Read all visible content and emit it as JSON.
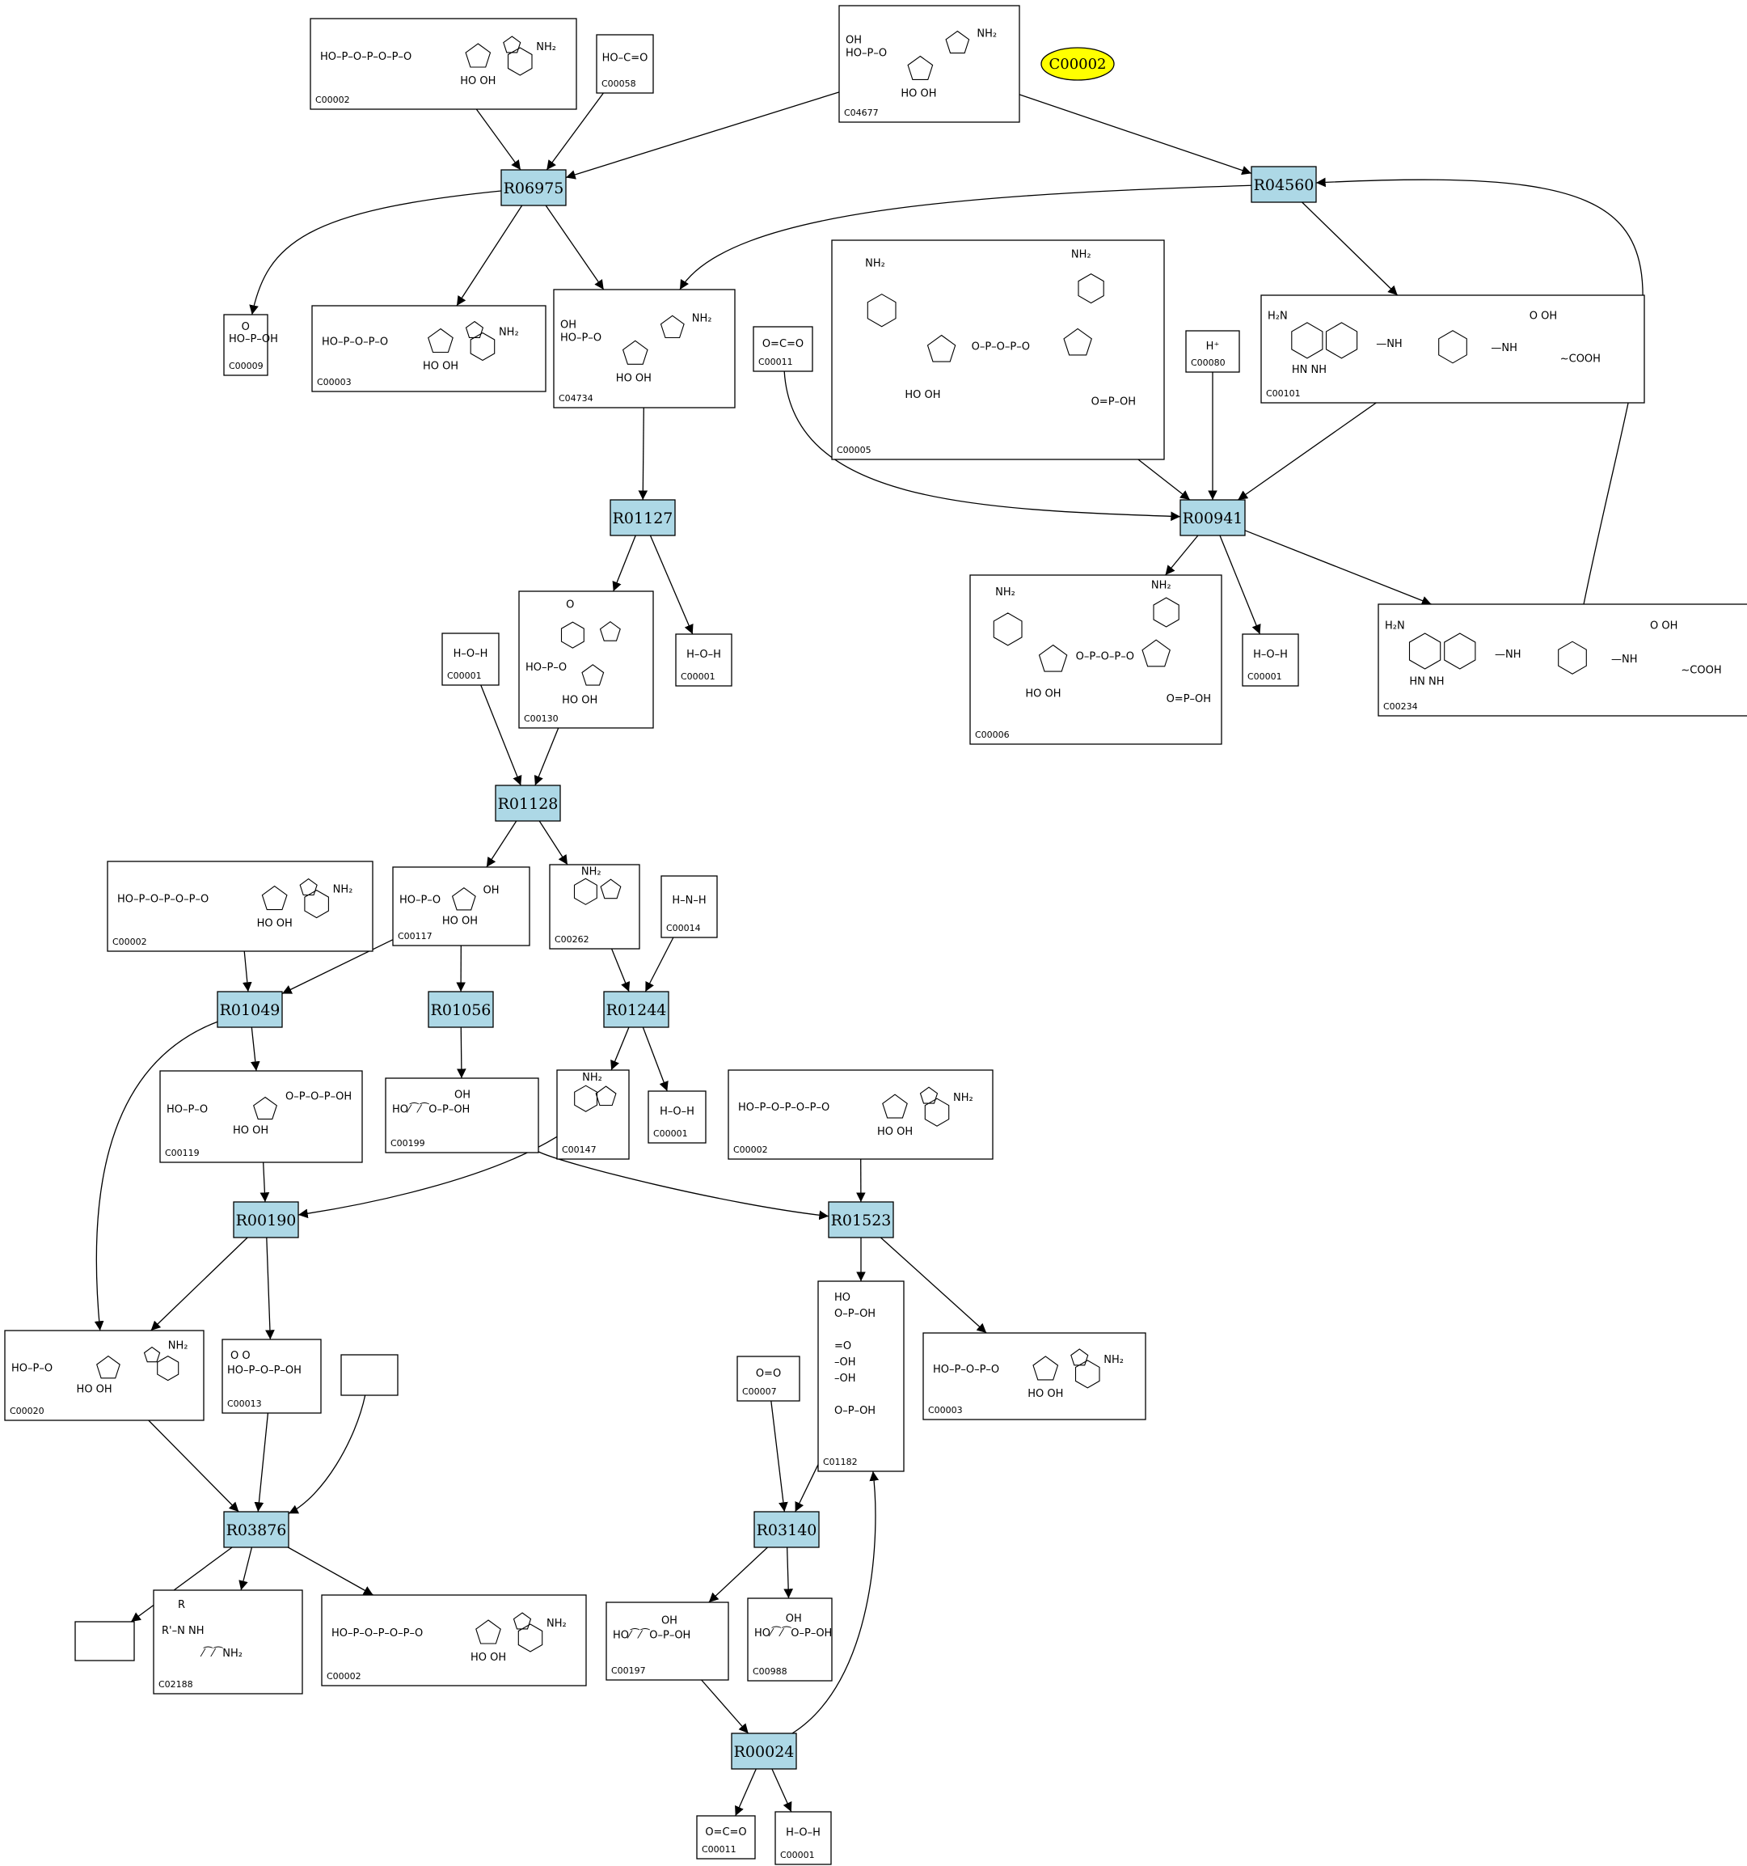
{
  "highlight": {
    "label": "C00002",
    "color": "#ffff00"
  },
  "colors": {
    "reaction_fill": "#add8e6",
    "compound_fill": "#ffffff",
    "edge": "#000000"
  },
  "reactions": [
    {
      "id": "R06975",
      "label": "R06975"
    },
    {
      "id": "R04560",
      "label": "R04560"
    },
    {
      "id": "R01127",
      "label": "R01127"
    },
    {
      "id": "R00941",
      "label": "R00941"
    },
    {
      "id": "R01128",
      "label": "R01128"
    },
    {
      "id": "R01049",
      "label": "R01049"
    },
    {
      "id": "R01056",
      "label": "R01056"
    },
    {
      "id": "R01244",
      "label": "R01244"
    },
    {
      "id": "R00190",
      "label": "R00190"
    },
    {
      "id": "R01523",
      "label": "R01523"
    },
    {
      "id": "R03876",
      "label": "R03876"
    },
    {
      "id": "R03140",
      "label": "R03140"
    },
    {
      "id": "R00024",
      "label": "R00024"
    }
  ],
  "compounds": [
    {
      "key": "c00002_top",
      "cid": "C00002",
      "mol": "atp",
      "formula": ""
    },
    {
      "key": "c00058",
      "cid": "C00058",
      "mol": "small",
      "formula": "HO–C=O"
    },
    {
      "key": "c04677",
      "cid": "C04677",
      "mol": "ribotide",
      "formula": ""
    },
    {
      "key": "c00009_a",
      "cid": "C00009",
      "mol": "phosphate",
      "formula": ""
    },
    {
      "key": "c00003_a",
      "cid": "C00003",
      "mol": "nad",
      "formula": ""
    },
    {
      "key": "c04734",
      "cid": "C04734",
      "mol": "ribotide",
      "formula": ""
    },
    {
      "key": "c00011_a",
      "cid": "C00011",
      "mol": "small",
      "formula": "O=C=O"
    },
    {
      "key": "c00005",
      "cid": "C00005",
      "mol": "nadph",
      "formula": ""
    },
    {
      "key": "c00080",
      "cid": "C00080",
      "mol": "small",
      "formula": "H⁺"
    },
    {
      "key": "c00101",
      "cid": "C00101",
      "mol": "folate",
      "formula": ""
    },
    {
      "key": "c00001_a",
      "cid": "C00001",
      "mol": "small",
      "formula": "H–O–H"
    },
    {
      "key": "c00130",
      "cid": "C00130",
      "mol": "imp",
      "formula": ""
    },
    {
      "key": "c00001_b",
      "cid": "C00001",
      "mol": "small",
      "formula": "H–O–H"
    },
    {
      "key": "c00006",
      "cid": "C00006",
      "mol": "nadph",
      "formula": ""
    },
    {
      "key": "c00001_c",
      "cid": "C00001",
      "mol": "small",
      "formula": "H–O–H"
    },
    {
      "key": "c00234",
      "cid": "C00234",
      "mol": "folate",
      "formula": ""
    },
    {
      "key": "c00002_mid",
      "cid": "C00002",
      "mol": "atp",
      "formula": ""
    },
    {
      "key": "c00117",
      "cid": "C00117",
      "mol": "sugar",
      "formula": ""
    },
    {
      "key": "c00262",
      "cid": "C00262",
      "mol": "base",
      "formula": ""
    },
    {
      "key": "c00014",
      "cid": "C00014",
      "mol": "small",
      "formula": "H–N–H"
    },
    {
      "key": "c00119",
      "cid": "C00119",
      "mol": "prpp",
      "formula": ""
    },
    {
      "key": "c00199",
      "cid": "C00199",
      "mol": "chain",
      "formula": ""
    },
    {
      "key": "c00147",
      "cid": "C00147",
      "mol": "base",
      "formula": ""
    },
    {
      "key": "c00001_d",
      "cid": "C00001",
      "mol": "small",
      "formula": "H–O–H"
    },
    {
      "key": "c00002_r",
      "cid": "C00002",
      "mol": "atp",
      "formula": ""
    },
    {
      "key": "c00020",
      "cid": "C00020",
      "mol": "amp",
      "formula": ""
    },
    {
      "key": "c00013",
      "cid": "C00013",
      "mol": "ppi",
      "formula": ""
    },
    {
      "key": "empty_a",
      "cid": "",
      "mol": "none",
      "formula": ""
    },
    {
      "key": "c01182",
      "cid": "C01182",
      "mol": "chainv",
      "formula": ""
    },
    {
      "key": "c00007",
      "cid": "C00007",
      "mol": "small",
      "formula": "O=O"
    },
    {
      "key": "c00003_b",
      "cid": "C00003",
      "mol": "nad",
      "formula": ""
    },
    {
      "key": "empty_b",
      "cid": "",
      "mol": "none",
      "formula": ""
    },
    {
      "key": "c02188",
      "cid": "C02188",
      "mol": "lys",
      "formula": ""
    },
    {
      "key": "c00002_bot",
      "cid": "C00002",
      "mol": "atp",
      "formula": ""
    },
    {
      "key": "c00197",
      "cid": "C00197",
      "mol": "chain",
      "formula": ""
    },
    {
      "key": "c00988",
      "cid": "C00988",
      "mol": "chain",
      "formula": ""
    },
    {
      "key": "c00011_b",
      "cid": "C00011",
      "mol": "small",
      "formula": "O=C=O"
    },
    {
      "key": "c00001_e",
      "cid": "C00001",
      "mol": "small",
      "formula": "H–O–H"
    }
  ],
  "edges": [
    [
      "c00002_top",
      "R06975"
    ],
    [
      "c00058",
      "R06975"
    ],
    [
      "c04677",
      "R06975"
    ],
    [
      "c04677",
      "R04560"
    ],
    [
      "c00234",
      "R04560"
    ],
    [
      "R06975",
      "c00009_a"
    ],
    [
      "R06975",
      "c00003_a"
    ],
    [
      "R06975",
      "c04734"
    ],
    [
      "R04560",
      "c04734"
    ],
    [
      "R04560",
      "c00101"
    ],
    [
      "c04734",
      "R01127"
    ],
    [
      "R01127",
      "c00130"
    ],
    [
      "R01127",
      "c00001_b"
    ],
    [
      "c00011_a",
      "R00941"
    ],
    [
      "c00005",
      "R00941"
    ],
    [
      "c00080",
      "R00941"
    ],
    [
      "c00101",
      "R00941"
    ],
    [
      "R00941",
      "c00006"
    ],
    [
      "R00941",
      "c00001_c"
    ],
    [
      "R00941",
      "c00234"
    ],
    [
      "c00001_a",
      "R01128"
    ],
    [
      "c00130",
      "R01128"
    ],
    [
      "R01128",
      "c00117"
    ],
    [
      "R01128",
      "c00262"
    ],
    [
      "c00002_mid",
      "R01049"
    ],
    [
      "c00117",
      "R01049"
    ],
    [
      "c00117",
      "R01056"
    ],
    [
      "c00262",
      "R01244"
    ],
    [
      "c00014",
      "R01244"
    ],
    [
      "R01049",
      "c00119"
    ],
    [
      "R01049",
      "c00020"
    ],
    [
      "R01056",
      "c00199"
    ],
    [
      "R01244",
      "c00147"
    ],
    [
      "R01244",
      "c00001_d"
    ],
    [
      "c00119",
      "R00190"
    ],
    [
      "c00147",
      "R00190"
    ],
    [
      "c00199",
      "R01523"
    ],
    [
      "c00002_r",
      "R01523"
    ],
    [
      "R00190",
      "c00020"
    ],
    [
      "R00190",
      "c00013"
    ],
    [
      "R01523",
      "c01182"
    ],
    [
      "R01523",
      "c00003_b"
    ],
    [
      "c00020",
      "R03876"
    ],
    [
      "c00013",
      "R03876"
    ],
    [
      "empty_a",
      "R03876"
    ],
    [
      "R03876",
      "empty_b"
    ],
    [
      "R03876",
      "c02188"
    ],
    [
      "R03876",
      "c00002_bot"
    ],
    [
      "c00007",
      "R03140"
    ],
    [
      "c01182",
      "R03140"
    ],
    [
      "R03140",
      "c00197"
    ],
    [
      "R03140",
      "c00988"
    ],
    [
      "c00197",
      "R00024"
    ],
    [
      "R00024",
      "c01182"
    ],
    [
      "R00024",
      "c00011_b"
    ],
    [
      "R00024",
      "c00001_e"
    ]
  ]
}
